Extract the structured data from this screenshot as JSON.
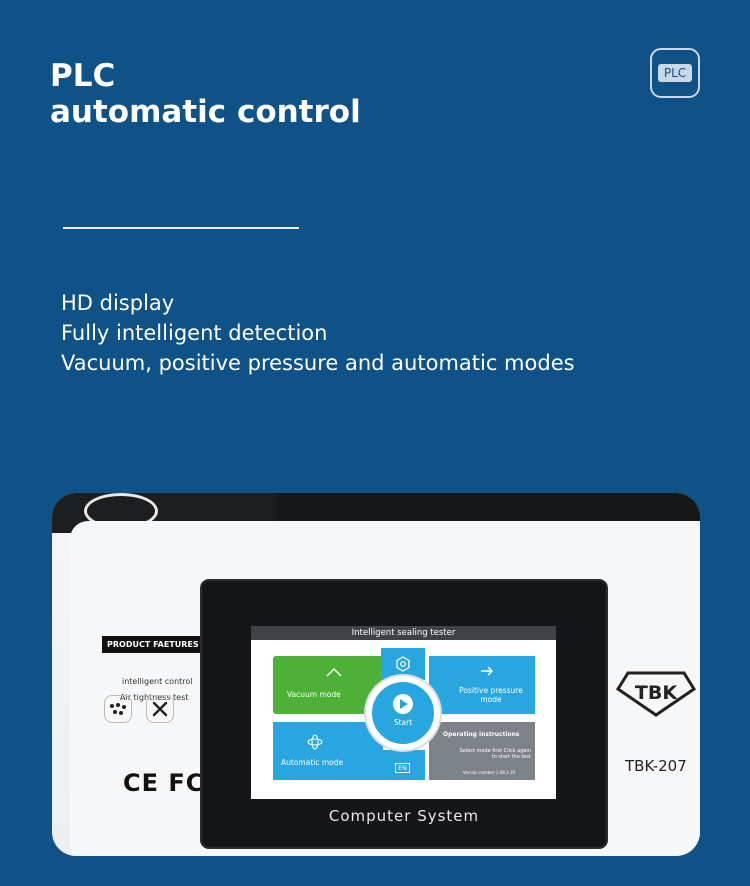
{
  "badge": {
    "label": "PLC"
  },
  "header": {
    "line1": "PLC",
    "line2": "automatic control"
  },
  "features": [
    "HD display",
    "Fully intelligent detection",
    "Vacuum, positive pressure and automatic modes"
  ],
  "device": {
    "screen_title": "Intelligent sealing tester",
    "tiles": {
      "vacuum": "Vacuum mode",
      "positive": "Positive pressure mode",
      "automatic": "Automatic mode",
      "start": "Start",
      "lang": "EN",
      "instructions_title": "Operating instructions",
      "instructions_body": "Select mode first Click again to start the test",
      "version": "Version number 1.08.3.19"
    },
    "bottom_label": "Computer System",
    "product_features_label": "PRODUCT FAETURES",
    "sub_line1": "intelligent control",
    "sub_line2": "Air tightness test",
    "cert_marks": "CE FC",
    "brand": "TBK",
    "model": "TBK-207"
  },
  "colors": {
    "background": "#0e5287",
    "accent_green": "#4eb137",
    "accent_blue": "#27a6df"
  }
}
